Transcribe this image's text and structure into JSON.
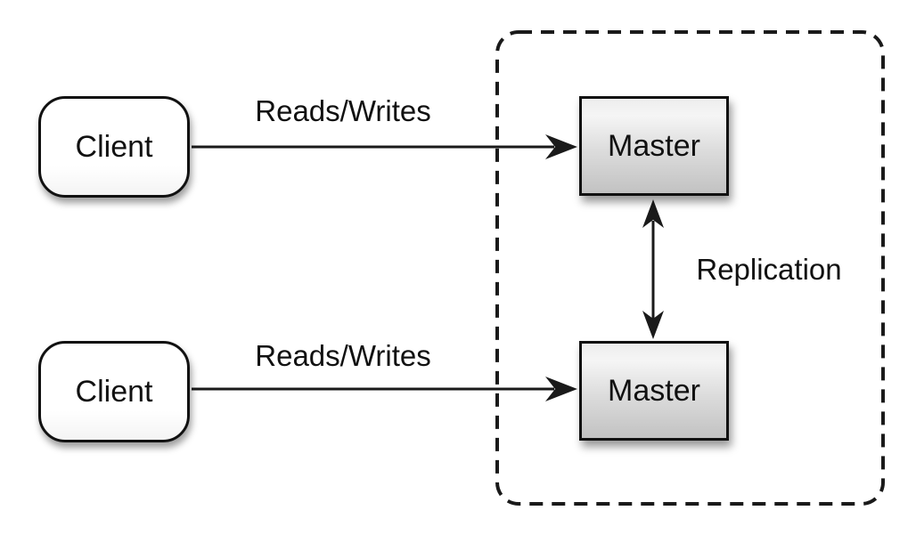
{
  "diagram": {
    "nodes": {
      "client_top": {
        "label": "Client"
      },
      "client_bottom": {
        "label": "Client"
      },
      "master_top": {
        "label": "Master"
      },
      "master_bottom": {
        "label": "Master"
      }
    },
    "edges": {
      "top_reads_writes": {
        "label": "Reads/Writes",
        "from": "client_top",
        "to": "master_top",
        "direction": "one-way"
      },
      "bottom_reads_writes": {
        "label": "Reads/Writes",
        "from": "client_bottom",
        "to": "master_bottom",
        "direction": "one-way"
      },
      "replication": {
        "label": "Replication",
        "from": "master_top",
        "to": "master_bottom",
        "direction": "two-way"
      }
    },
    "container": {
      "style": "dashed-rounded-rect",
      "contains": [
        "master_top",
        "master_bottom"
      ]
    },
    "colors": {
      "background": "#ffffff",
      "stroke": "#1a1a1a",
      "text": "#111111",
      "client_fill": "#ffffff",
      "master_fill_top": "#f1f1f1",
      "master_fill_bottom": "#c2c2c2"
    }
  }
}
